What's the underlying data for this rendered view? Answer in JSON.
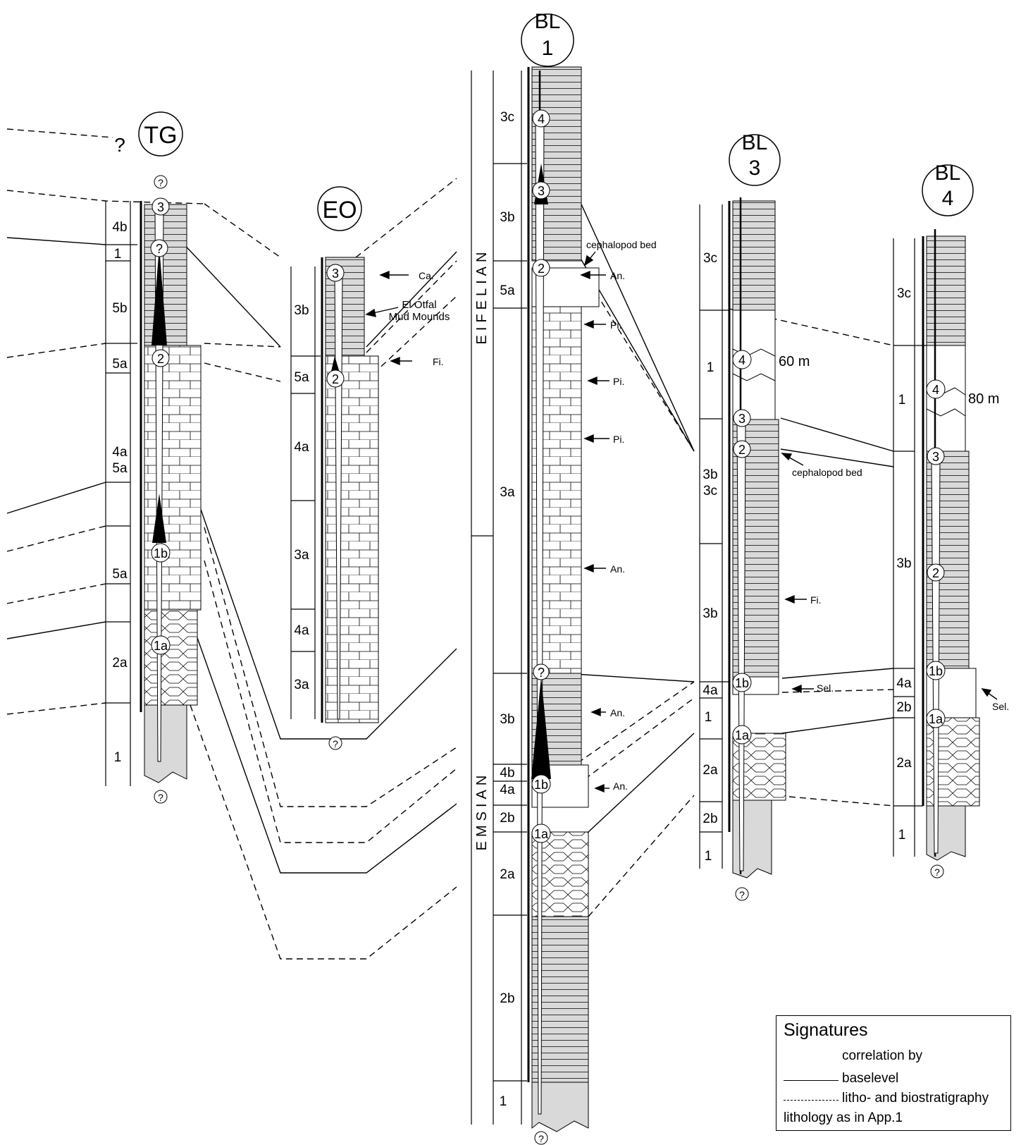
{
  "sections": {
    "TG": {
      "title": "TG",
      "units": [
        "4b",
        "1",
        "5b",
        "5a",
        "4a",
        "5a",
        "5a",
        "2a",
        "1"
      ],
      "sequences": [
        "3",
        "?",
        "2",
        "1b",
        "1a"
      ]
    },
    "EO": {
      "title": "EO",
      "units": [
        "3b",
        "5a",
        "4a",
        "3a",
        "4a",
        "3a"
      ],
      "sequences": [
        "3",
        "2"
      ]
    },
    "BL1": {
      "title_line1": "BL",
      "title_line2": "1",
      "stages": [
        "EIFELIAN",
        "EMSIAN"
      ],
      "units": [
        "3c",
        "3b",
        "5a",
        "3a",
        "3b",
        "4b",
        "4a",
        "2b",
        "2a",
        "2b",
        "1"
      ],
      "sequences": [
        "4",
        "3",
        "2",
        "?",
        "1b",
        "1a"
      ]
    },
    "BL3": {
      "title_line1": "BL",
      "title_line2": "3",
      "units": [
        "3c",
        "1",
        "3b",
        "3c",
        "3b",
        "4a",
        "1",
        "2a",
        "2b",
        "1"
      ],
      "sequences": [
        "4",
        "3",
        "2",
        "1b",
        "1a"
      ],
      "gap": "60 m"
    },
    "BL4": {
      "title_line1": "BL",
      "title_line2": "4",
      "units": [
        "3c",
        "1",
        "3b",
        "4a",
        "2b",
        "2a",
        "1"
      ],
      "sequences": [
        "4",
        "3",
        "2",
        "1b",
        "1a"
      ],
      "gap": "80 m"
    }
  },
  "annotations": {
    "question": "?",
    "ca": "Ca.",
    "mound_line1": "El Otfal",
    "mound_line2": "Mud Mounds",
    "fi": "Fi.",
    "an": "An.",
    "pi": "Pi.",
    "sel": "Sel.",
    "cephalopod": "cephalopod bed"
  },
  "legend": {
    "title": "Signatures",
    "subtitle": "correlation by",
    "baselevel": "baselevel",
    "litho": "litho- and biostratigraphy",
    "lithology": "lithology as in App.1"
  },
  "colors": {
    "line": "#000000",
    "grey_fill": "#d9d9d9",
    "background": "#ffffff"
  }
}
